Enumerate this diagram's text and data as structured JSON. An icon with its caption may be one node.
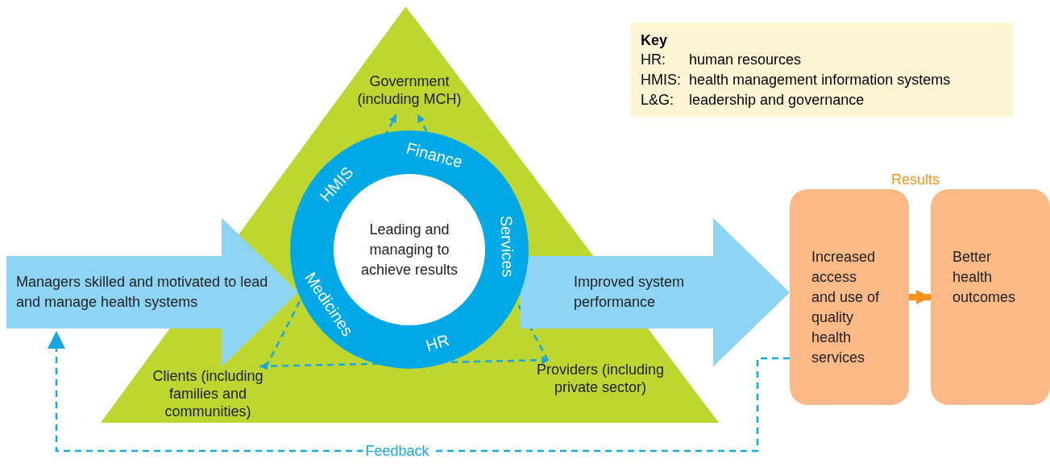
{
  "diagram": {
    "nodes": [
      {
        "text": [],
        "shape": "triangle"
      },
      {
        "text": [
          "Government (including MCH)"
        ],
        "in": 0
      },
      {
        "text": [
          "HMIS",
          "Finance",
          "Services",
          "HR",
          "Medicines"
        ],
        "in": 0
      },
      {
        "text": [
          "Leading and managing to achieve results"
        ],
        "in": 2
      },
      {
        "text": [
          "Clients (including families and communities)"
        ],
        "in": 0
      },
      {
        "text": [
          "Providers (including private sector)"
        ],
        "in": 0
      },
      {
        "text": [
          "Increased access and use of quality health services"
        ]
      },
      {
        "text": [
          "Better health outcomes"
        ]
      }
    ],
    "edges": [
      {
        "from": 4,
        "to": 1,
        "arrow": "to",
        "style": "dashed"
      },
      {
        "from": 5,
        "to": 1,
        "arrow": "to",
        "style": "dashed"
      },
      {
        "from": 4,
        "to": 5,
        "arrow": "both",
        "style": "dashed"
      },
      {
        "from": null,
        "to": 2,
        "arrow": "to",
        "style": "thick",
        "color": "#8ed5f5",
        "label": "Managers skilled and motivated to lead and manage health systems"
      },
      {
        "from": 2,
        "to": 6,
        "arrow": "to",
        "style": "thick",
        "color": "#8ed5f5",
        "label": "Improved system performance"
      },
      {
        "from": 6,
        "to": null,
        "arrow": "to",
        "style": "dashed",
        "label": "Feedback"
      },
      {
        "from": 6,
        "to": 7,
        "arrow": "to",
        "style": "thick",
        "color": "#f7941d"
      }
    ],
    "labels": [
      "Results",
      "Key",
      "HR:",
      "human resources",
      "HMIS:",
      "health management information systems",
      "L&G:",
      "leadership and governance"
    ]
  }
}
